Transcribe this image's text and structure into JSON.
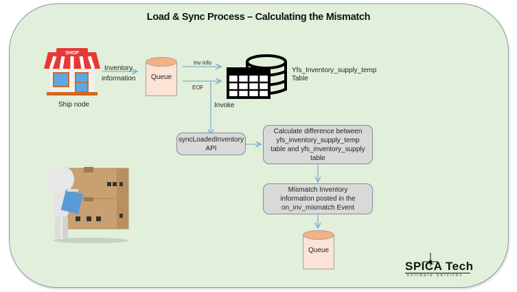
{
  "title": "Load & Sync Process – Calculating the Mismatch",
  "ship_node": {
    "label": "Ship node",
    "icon": "shop-icon",
    "sign": "SHOP"
  },
  "arrow_inventory": {
    "line1": "Inventory",
    "line2": "information"
  },
  "queue_top": {
    "label": "Queue"
  },
  "arrow_inv_info": {
    "label": "Inv info"
  },
  "arrow_eof": {
    "label": "EOF"
  },
  "arrow_invoke": {
    "label": "Invoke"
  },
  "temp_table": {
    "line1": "Yfs_Inventory_supply_temp",
    "line2": "Table",
    "icon": "database-table-icon"
  },
  "sync_api": {
    "line1": "syncLoadedInventory",
    "line2": "API"
  },
  "calc_box": {
    "line1": "Calculate difference between",
    "line2": "yfs_inventory_supply_temp",
    "line3": "table and yfs_inventory_supply",
    "line4": "table"
  },
  "mismatch_box": {
    "line1": "Mismatch Inventory",
    "line2": "information posted in the",
    "line3": "on_inv_mismatch Event"
  },
  "queue_bottom": {
    "label": "Queue"
  },
  "illustration": {
    "icon": "person-with-boxes-icon"
  },
  "logo": {
    "main": "SPICA Tech",
    "sub": "Software Services"
  },
  "colors": {
    "panel": "#e2efda",
    "arrow": "#7fb0cf",
    "box": "#d9d9d9",
    "queue_top": "#f4b183",
    "queue_body": "#fbe3d6"
  }
}
